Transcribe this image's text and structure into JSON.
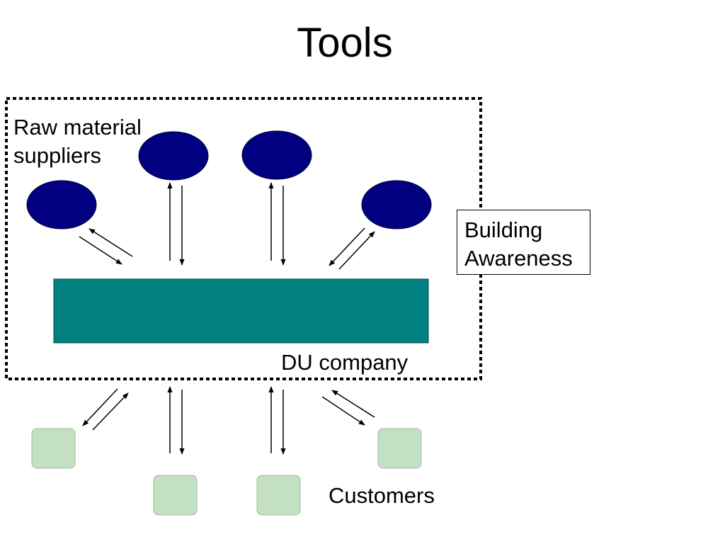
{
  "title": "Tools",
  "labels": {
    "suppliers_line1": "Raw material",
    "suppliers_line2": "suppliers",
    "company": "DU company",
    "customers": "Customers",
    "awareness_line1": "Building",
    "awareness_line2": "Awareness"
  },
  "colors": {
    "supplier_fill": "#000080",
    "company_fill": "#008080",
    "customer_fill": "#c4e0c2",
    "customer_stroke": "#9dbf9b"
  },
  "counts": {
    "suppliers": 4,
    "customers": 4
  }
}
